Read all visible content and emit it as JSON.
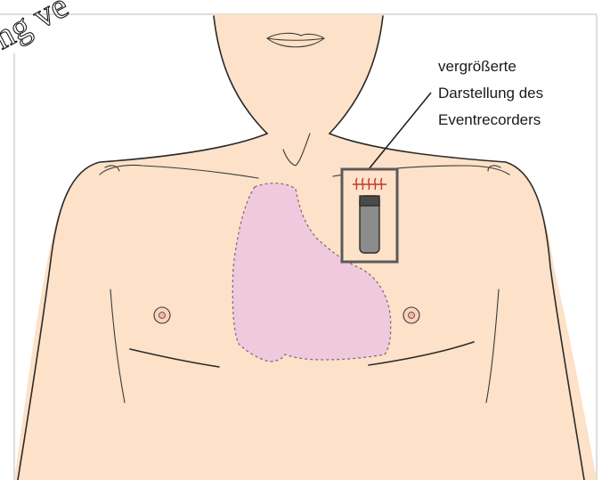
{
  "watermark_text": "ng ve",
  "callout": {
    "lines": [
      "vergrößerte",
      "Darstellung des",
      "Eventrecorders"
    ]
  },
  "colors": {
    "skin": "#fde1c8",
    "heart": "#f1c9df",
    "device": "#8c8c8c",
    "device_cap": "#4a4a4a",
    "sutures": "#c0392b",
    "inset_border": "#5a5a5a"
  }
}
